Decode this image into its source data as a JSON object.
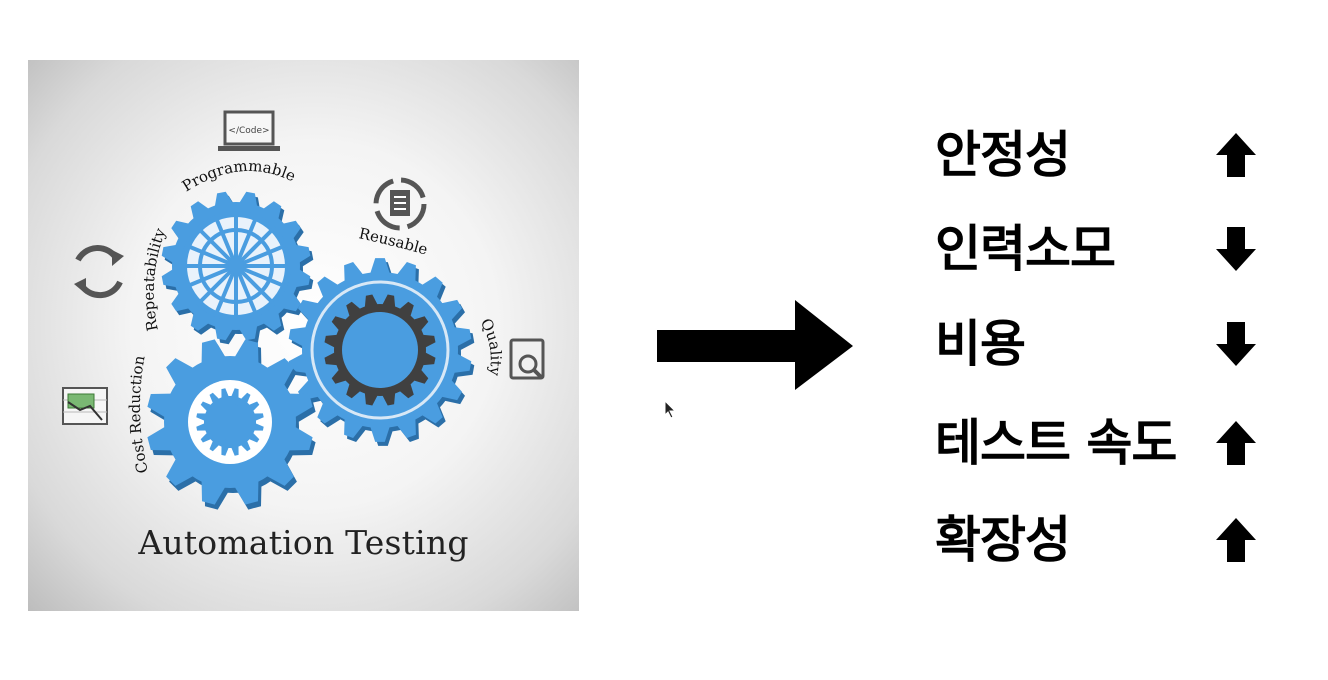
{
  "illustration": {
    "title": "Automation Testing",
    "labels": {
      "programmable": "Programmable",
      "reusable": "Reusable",
      "repeatability": "Repeatability",
      "quality": "Quality",
      "cost_reduction": "Cost Reduction",
      "code_tag": "</Code>"
    },
    "gear_color": "#4a9de0",
    "gear_shadow_color": "#2b6fa8",
    "icon_color": "#555555"
  },
  "metrics": [
    {
      "label": "안정성",
      "direction": "up",
      "icon": "arrow-up-icon"
    },
    {
      "label": "인력소모",
      "direction": "down",
      "icon": "arrow-down-icon"
    },
    {
      "label": "비용",
      "direction": "down",
      "icon": "arrow-down-icon"
    },
    {
      "label": "테스트 속도",
      "direction": "up",
      "icon": "arrow-up-icon"
    },
    {
      "label": "확장성",
      "direction": "up",
      "icon": "arrow-up-icon"
    }
  ]
}
